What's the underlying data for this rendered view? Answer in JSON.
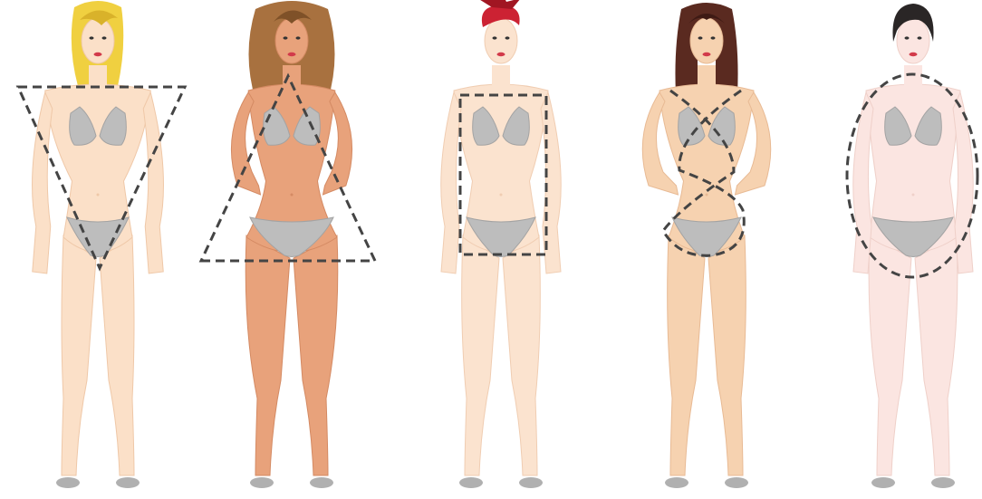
{
  "figures": [
    {
      "shape": "inverted-triangle",
      "hair": "#f0d040",
      "hair_dark": "#d9b22a",
      "skin": "#fbe0c8",
      "skin_shade": "#efc8a8",
      "outline_shape": "inverted-triangle"
    },
    {
      "shape": "triangle",
      "hair": "#a8713f",
      "hair_dark": "#7f5128",
      "skin": "#e8a27b",
      "skin_shade": "#d48a63",
      "outline_shape": "triangle"
    },
    {
      "shape": "rectangle",
      "hair": "#cc2233",
      "hair_dark": "#a11622",
      "skin": "#fbe3cf",
      "skin_shade": "#f0cdb2",
      "outline_shape": "rectangle"
    },
    {
      "shape": "hourglass",
      "hair": "#5a2a20",
      "hair_dark": "#3e1a14",
      "skin": "#f6d2b0",
      "skin_shade": "#e8ba94",
      "outline_shape": "figure-eight"
    },
    {
      "shape": "apple",
      "hair": "#2a2626",
      "hair_dark": "#141212",
      "skin": "#fbe5e1",
      "skin_shade": "#efd0c9",
      "outline_shape": "ellipse"
    }
  ],
  "colors": {
    "background": "#ffffff",
    "bikini": "#bdbdbd",
    "bikini_shade": "#a3a3a3",
    "outline_dash": "#444444",
    "lips": "#d23a4a",
    "shoes": "#b0b0b0"
  }
}
